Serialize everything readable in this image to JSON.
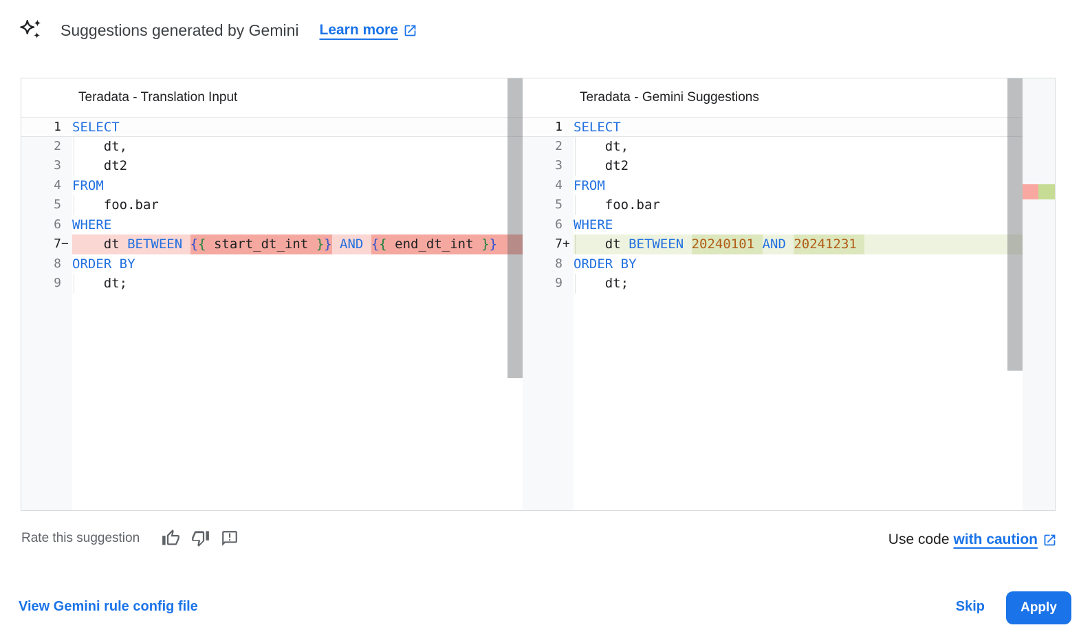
{
  "header": {
    "title": "Suggestions generated by Gemini",
    "learn_more_label": "Learn more"
  },
  "colors": {
    "keyword": "#2070e0",
    "text": "#202124",
    "number": "#b05d18",
    "brace_outer": "#2d4fd3",
    "brace_inner": "#188038",
    "del_line": "#fbd7d4",
    "del_inline": "#f5a89f",
    "add_line": "#eef3df",
    "add_inline": "#dde7bd",
    "ruler_del": "#f9a8a1",
    "ruler_add": "#c6dc94",
    "link": "#1a73e8",
    "apply_bg": "#1a73e8"
  },
  "panels": [
    {
      "title": "Teradata - Translation Input",
      "lines": [
        {
          "num": "1",
          "sign": "",
          "style": "active",
          "tokens": [
            {
              "t": "SELECT",
              "c": "kw"
            }
          ]
        },
        {
          "num": "2",
          "guide": true,
          "tokens": [
            {
              "t": "    dt,",
              "c": "txt"
            }
          ]
        },
        {
          "num": "3",
          "guide": true,
          "tokens": [
            {
              "t": "    dt2",
              "c": "txt"
            }
          ]
        },
        {
          "num": "4",
          "tokens": [
            {
              "t": "FROM",
              "c": "kw"
            }
          ]
        },
        {
          "num": "5",
          "guide": true,
          "tokens": [
            {
              "t": "    foo.bar",
              "c": "txt"
            }
          ]
        },
        {
          "num": "6",
          "tokens": [
            {
              "t": "WHERE",
              "c": "kw"
            }
          ]
        },
        {
          "num": "7",
          "sign": "−",
          "style": "del",
          "trail": true,
          "tokens": [
            {
              "t": "    dt ",
              "c": "txt"
            },
            {
              "t": "BETWEEN",
              "c": "kw"
            },
            {
              "t": " ",
              "c": "txt"
            },
            {
              "t": "{",
              "c": "b1",
              "hl": true
            },
            {
              "t": "{",
              "c": "b2",
              "hl": true
            },
            {
              "t": " start_dt_int ",
              "c": "txt",
              "hl": true
            },
            {
              "t": "}",
              "c": "b2",
              "hl": true
            },
            {
              "t": "}",
              "c": "b1",
              "hl": true
            },
            {
              "t": " ",
              "c": "txt"
            },
            {
              "t": "AND",
              "c": "kw"
            },
            {
              "t": " ",
              "c": "txt"
            },
            {
              "t": "{",
              "c": "b1",
              "hl": true
            },
            {
              "t": "{",
              "c": "b2",
              "hl": true
            },
            {
              "t": " end_dt_int ",
              "c": "txt",
              "hl": true
            },
            {
              "t": "}",
              "c": "b2",
              "hl": true
            },
            {
              "t": "}",
              "c": "b1",
              "hl": true
            }
          ]
        },
        {
          "num": "8",
          "tokens": [
            {
              "t": "ORDER BY",
              "c": "kw"
            }
          ]
        },
        {
          "num": "9",
          "guide": true,
          "tokens": [
            {
              "t": "    dt;",
              "c": "txt"
            }
          ]
        }
      ]
    },
    {
      "title": "Teradata - Gemini Suggestions",
      "lines": [
        {
          "num": "1",
          "sign": "",
          "style": "active",
          "tokens": [
            {
              "t": "SELECT",
              "c": "kw"
            }
          ]
        },
        {
          "num": "2",
          "guide": true,
          "tokens": [
            {
              "t": "    dt,",
              "c": "txt"
            }
          ]
        },
        {
          "num": "3",
          "guide": true,
          "tokens": [
            {
              "t": "    dt2",
              "c": "txt"
            }
          ]
        },
        {
          "num": "4",
          "tokens": [
            {
              "t": "FROM",
              "c": "kw"
            }
          ]
        },
        {
          "num": "5",
          "guide": true,
          "tokens": [
            {
              "t": "    foo.bar",
              "c": "txt"
            }
          ]
        },
        {
          "num": "6",
          "tokens": [
            {
              "t": "WHERE",
              "c": "kw"
            }
          ]
        },
        {
          "num": "7",
          "sign": "+",
          "style": "add",
          "guide": true,
          "tokens": [
            {
              "t": "    dt ",
              "c": "txt"
            },
            {
              "t": "BETWEEN",
              "c": "kw"
            },
            {
              "t": " ",
              "c": "txt"
            },
            {
              "t": "20240101 ",
              "c": "num",
              "hl": true
            },
            {
              "t": "AND",
              "c": "kw"
            },
            {
              "t": " ",
              "c": "txt"
            },
            {
              "t": "20241231 ",
              "c": "num",
              "hl": true
            }
          ]
        },
        {
          "num": "8",
          "tokens": [
            {
              "t": "ORDER BY",
              "c": "kw"
            }
          ]
        },
        {
          "num": "9",
          "guide": true,
          "tokens": [
            {
              "t": "    dt;",
              "c": "txt"
            }
          ]
        }
      ]
    }
  ],
  "rate": {
    "label": "Rate this suggestion",
    "icons": [
      "thumb-up-icon",
      "thumb-down-icon",
      "feedback-icon"
    ]
  },
  "caution": {
    "prefix": "Use code",
    "link_label": "with caution"
  },
  "footer": {
    "config_link_label": "View Gemini rule config file",
    "skip_label": "Skip",
    "apply_label": "Apply"
  }
}
